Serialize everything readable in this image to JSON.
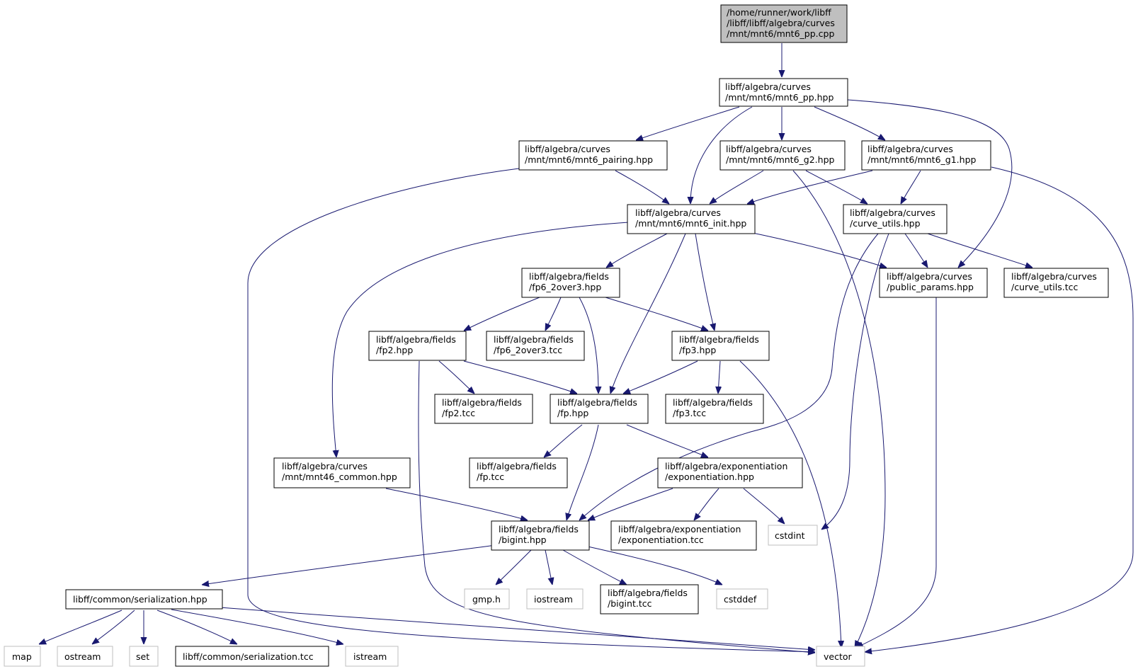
{
  "colors": {
    "edge": "#191970",
    "root_fill": "#bfbfbf",
    "node_border": "#000000",
    "system_border": "#bfbfbf"
  },
  "nodes": {
    "root": [
      "/home/runner/work/libff",
      "/libff/libff/algebra/curves",
      "/mnt/mnt6/mnt6_pp.cpp"
    ],
    "mnt6_pp_hpp": [
      "libff/algebra/curves",
      "/mnt/mnt6/mnt6_pp.hpp"
    ],
    "mnt6_pairing": [
      "libff/algebra/curves",
      "/mnt/mnt6/mnt6_pairing.hpp"
    ],
    "mnt6_g2": [
      "libff/algebra/curves",
      "/mnt/mnt6/mnt6_g2.hpp"
    ],
    "mnt6_g1": [
      "libff/algebra/curves",
      "/mnt/mnt6/mnt6_g1.hpp"
    ],
    "mnt6_init": [
      "libff/algebra/curves",
      "/mnt/mnt6/mnt6_init.hpp"
    ],
    "curve_utils_hpp": [
      "libff/algebra/curves",
      "/curve_utils.hpp"
    ],
    "fp6_2over3_hpp": [
      "libff/algebra/fields",
      "/fp6_2over3.hpp"
    ],
    "public_params": [
      "libff/algebra/curves",
      "/public_params.hpp"
    ],
    "curve_utils_tcc": [
      "libff/algebra/curves",
      "/curve_utils.tcc"
    ],
    "fp2_hpp": [
      "libff/algebra/fields",
      "/fp2.hpp"
    ],
    "fp6_2over3_tcc": [
      "libff/algebra/fields",
      "/fp6_2over3.tcc"
    ],
    "fp3_hpp": [
      "libff/algebra/fields",
      "/fp3.hpp"
    ],
    "fp2_tcc": [
      "libff/algebra/fields",
      "/fp2.tcc"
    ],
    "fp_hpp": [
      "libff/algebra/fields",
      "/fp.hpp"
    ],
    "fp3_tcc": [
      "libff/algebra/fields",
      "/fp3.tcc"
    ],
    "mnt46_common": [
      "libff/algebra/curves",
      "/mnt/mnt46_common.hpp"
    ],
    "fp_tcc": [
      "libff/algebra/fields",
      "/fp.tcc"
    ],
    "exponentiation_hpp": [
      "libff/algebra/exponentiation",
      "/exponentiation.hpp"
    ],
    "bigint_hpp": [
      "libff/algebra/fields",
      "/bigint.hpp"
    ],
    "exponentiation_tcc": [
      "libff/algebra/exponentiation",
      "/exponentiation.tcc"
    ],
    "cstdint": [
      "cstdint"
    ],
    "serialization_hpp": [
      "libff/common/serialization.hpp"
    ],
    "gmp_h": [
      "gmp.h"
    ],
    "iostream": [
      "iostream"
    ],
    "bigint_tcc": [
      "libff/algebra/fields",
      "/bigint.tcc"
    ],
    "cstddef": [
      "cstddef"
    ],
    "map": [
      "map"
    ],
    "ostream": [
      "ostream"
    ],
    "set": [
      "set"
    ],
    "serialization_tcc": [
      "libff/common/serialization.tcc"
    ],
    "istream": [
      "istream"
    ],
    "vector": [
      "vector"
    ]
  }
}
